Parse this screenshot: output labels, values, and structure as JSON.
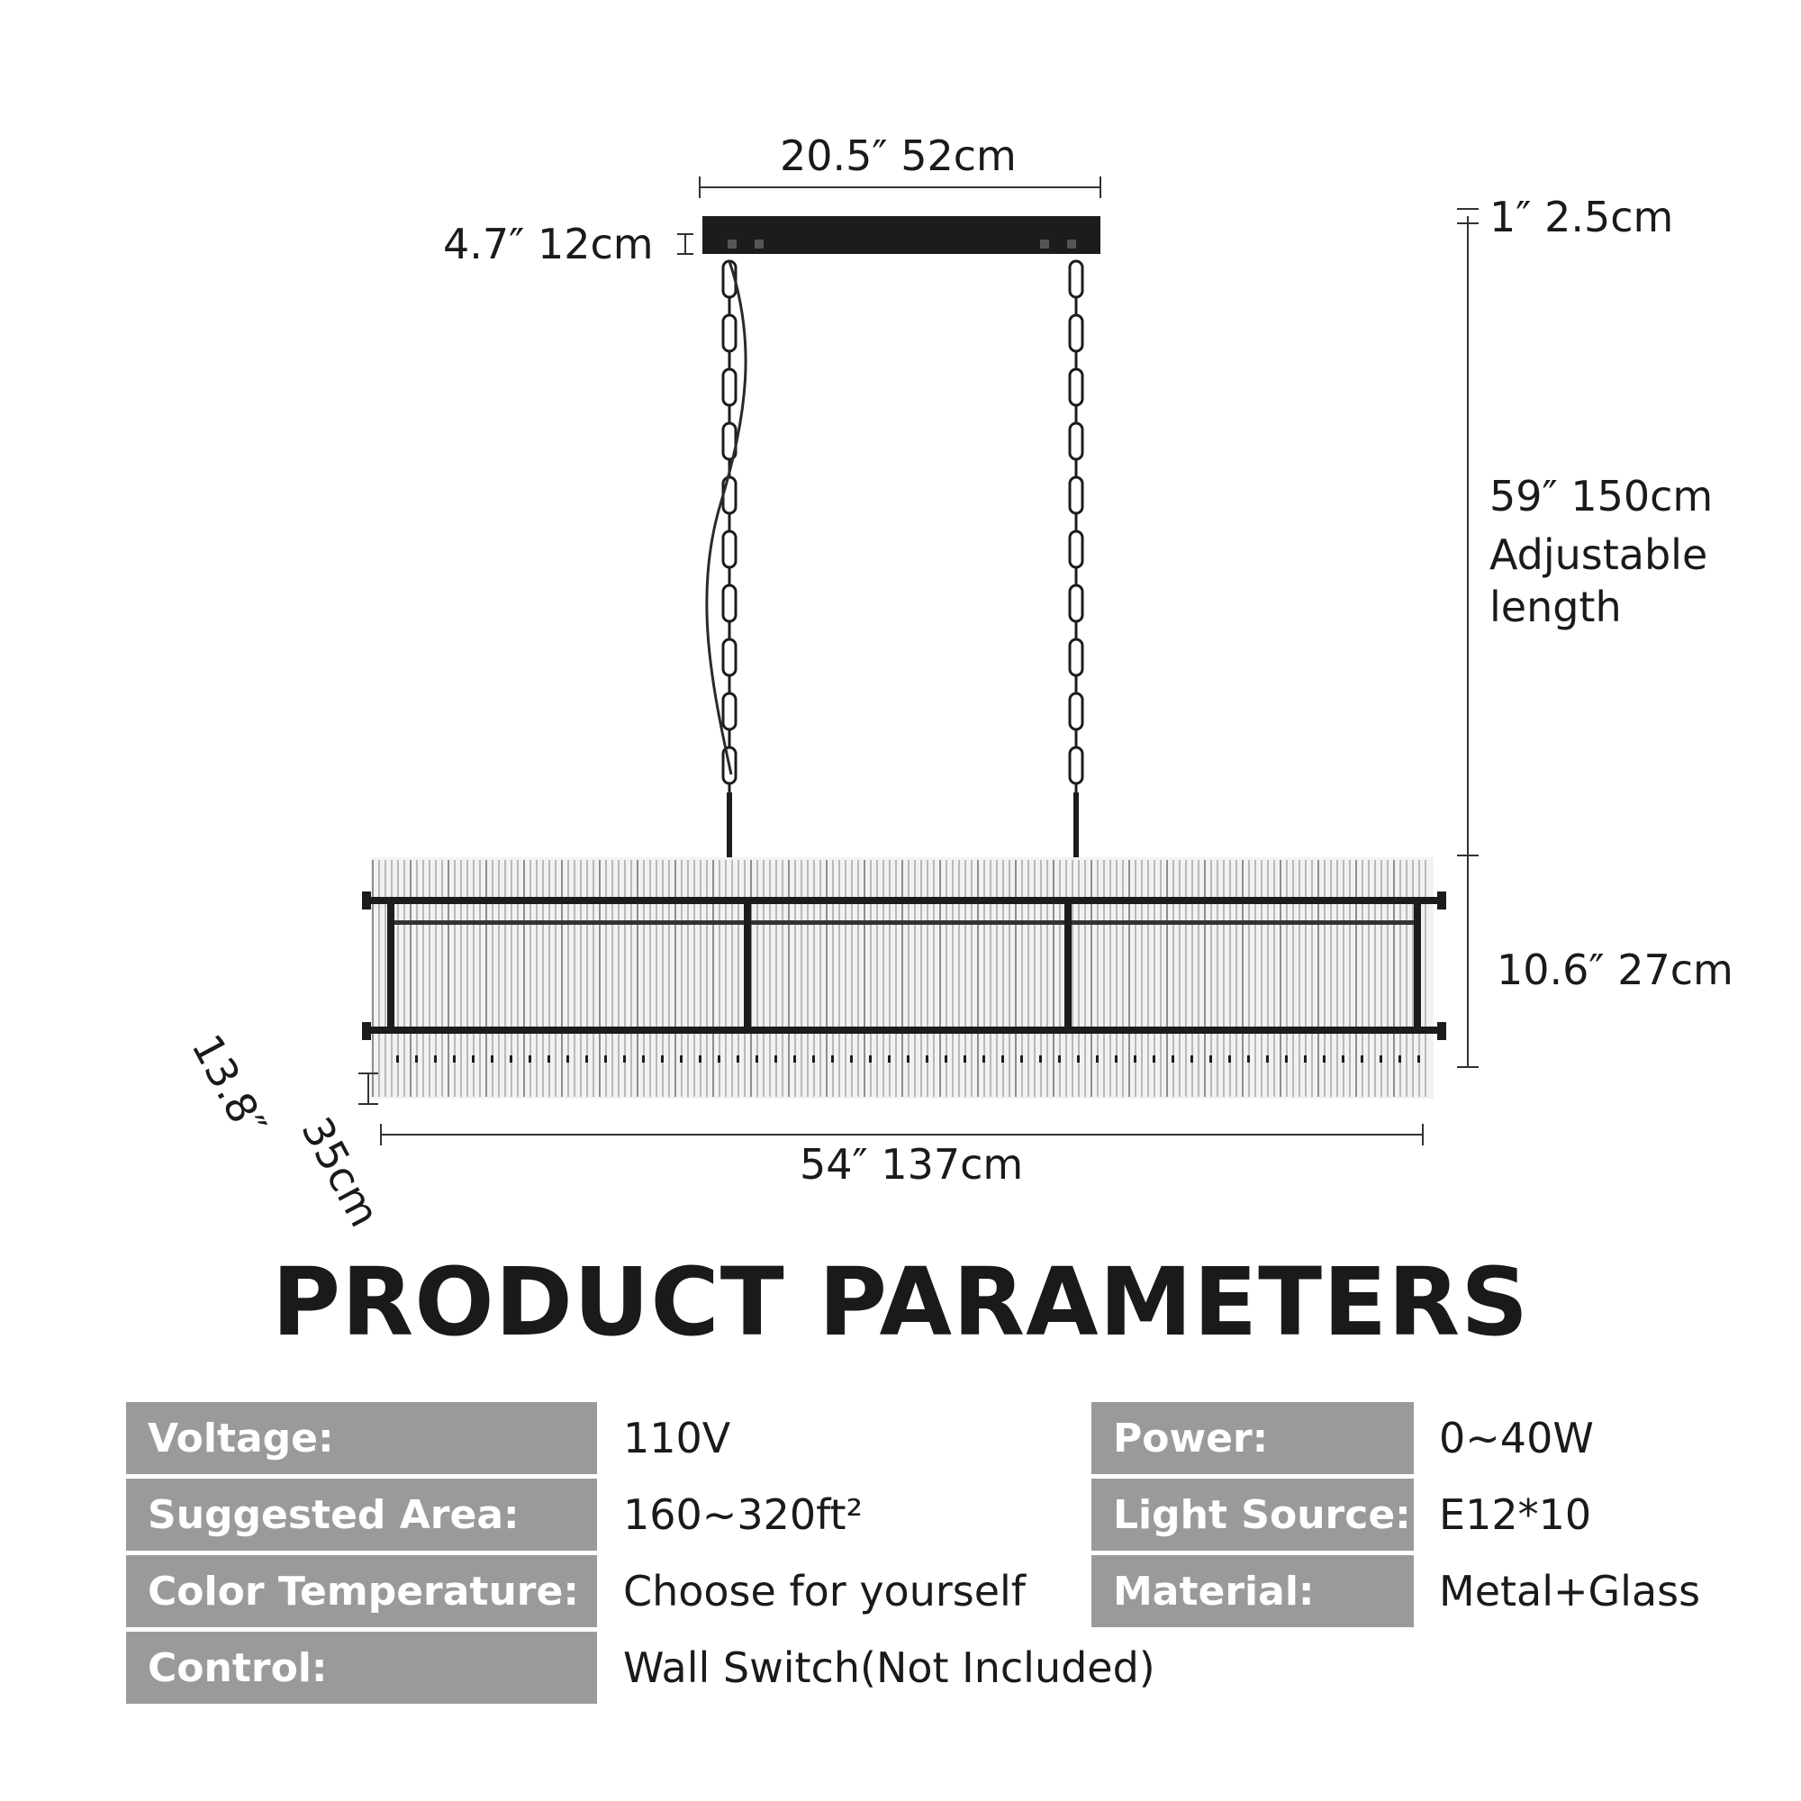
{
  "dimensions": {
    "canopy_width": "20.5″  52cm",
    "canopy_depth": "4.7″  12cm",
    "canopy_height": "1″  2.5cm",
    "chain_length": "59″  150cm",
    "chain_note": "Adjustable length",
    "body_height": "10.6″  27cm",
    "body_depth_in": "13.8″",
    "body_depth_cm": "35cm",
    "body_length": "54″  137cm"
  },
  "title": "PRODUCT PARAMETERS",
  "params": {
    "voltage": {
      "label": "Voltage:",
      "value": "110V"
    },
    "power": {
      "label": "Power:",
      "value": "0~40W"
    },
    "area": {
      "label": "Suggested Area:",
      "value": "160~320ft²"
    },
    "light_source": {
      "label": "Light Source:",
      "value": "E12*10"
    },
    "color_temp": {
      "label": "Color Temperature:",
      "value": "Choose for yourself"
    },
    "material": {
      "label": "Material:",
      "value": "Metal+Glass"
    },
    "control": {
      "label": "Control:",
      "value": "Wall Switch(Not Included)"
    }
  },
  "colors": {
    "label_bg": "#9a9a9a",
    "label_text": "#ffffff",
    "metal": "#1c1c1c",
    "glass": "#b9b9b9"
  }
}
